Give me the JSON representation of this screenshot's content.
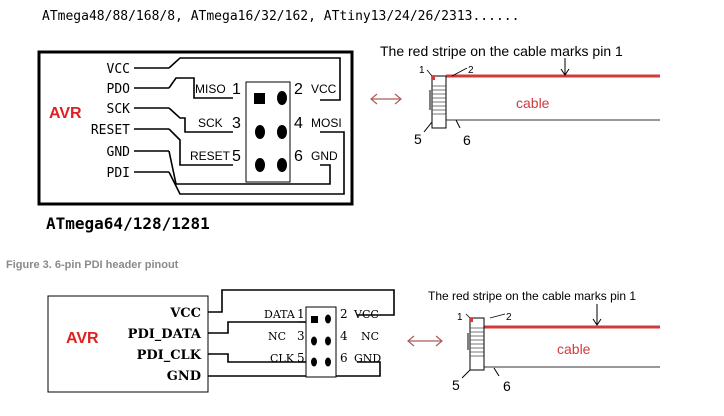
{
  "top_caption": "ATmega48/88/168/8, ATmega16/32/162, ATtiny13/24/26/2313......",
  "top": {
    "avr_label": "AVR",
    "signals": [
      "VCC",
      "PDO",
      "SCK",
      "RESET",
      "GND",
      "PDI"
    ],
    "header_labels": [
      "MISO",
      "VCC",
      "SCK",
      "MOSI",
      "RESET",
      "GND"
    ],
    "pin_numbers": [
      "1",
      "2",
      "3",
      "4",
      "5",
      "6"
    ],
    "stripe_note": "The red stripe on the cable marks pin 1",
    "cable_label": "cable",
    "connector_pins": [
      "1",
      "2",
      "5",
      "6"
    ]
  },
  "middle_caption": "ATmega64/128/1281",
  "figure_caption": "Figure 3. 6-pin PDI header pinout",
  "bottom": {
    "avr_label": "AVR",
    "signals": [
      "VCC",
      "PDI_DATA",
      "PDI_CLK",
      "GND"
    ],
    "header_labels": [
      "DATA",
      "VCC",
      "NC",
      "NC",
      "CLK",
      "GND"
    ],
    "pin_numbers": [
      "1",
      "2",
      "3",
      "4",
      "5",
      "6"
    ],
    "stripe_note": "The red stripe on the cable marks pin 1",
    "cable_label": "cable",
    "connector_pins": [
      "1",
      "2",
      "5",
      "6"
    ]
  },
  "colors": {
    "avr_red": "#e02020",
    "stripe_red": "#d23a3a",
    "arrow_red": "#b05a5a",
    "caption_gray": "#8a8a8a"
  }
}
